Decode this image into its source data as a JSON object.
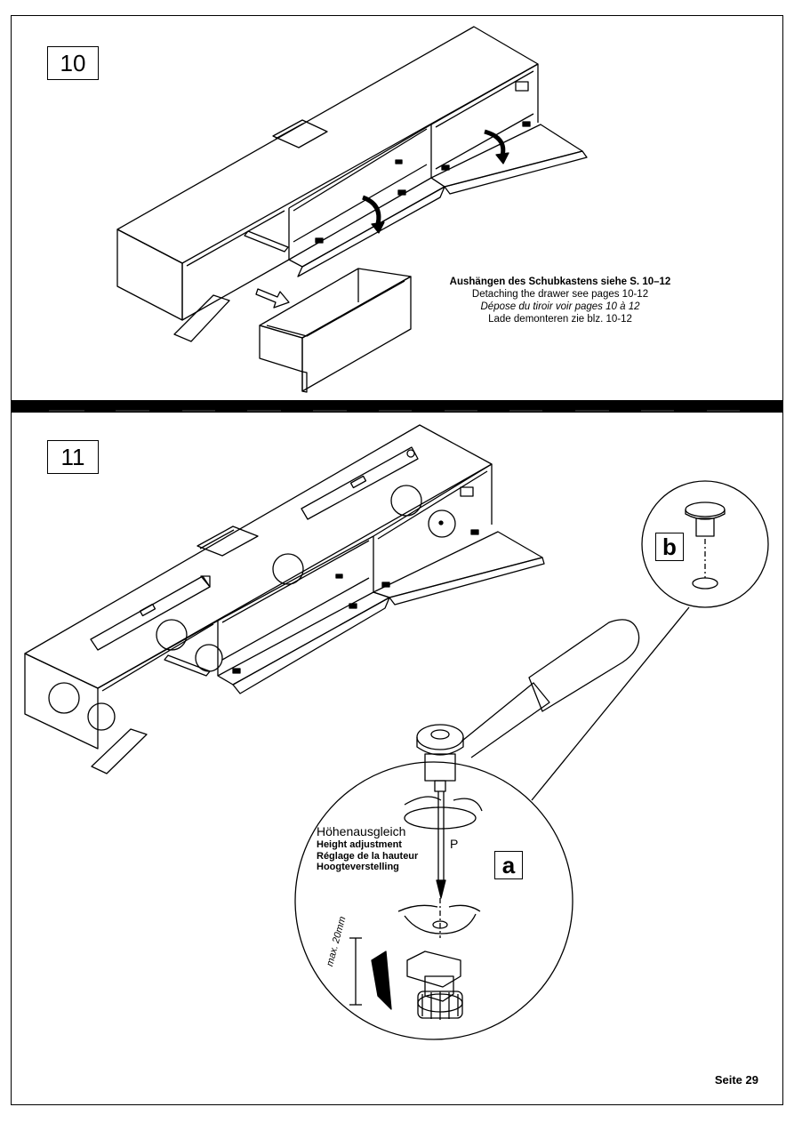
{
  "steps": [
    {
      "number": "10"
    },
    {
      "number": "11"
    }
  ],
  "step10": {
    "caption": {
      "de": "Aushängen des Schubkastens siehe S. 10–12",
      "en": "Detaching the drawer see pages 10-12",
      "fr": "Dépose du tiroir voir pages 10 à 12",
      "nl": "Lade demonteren zie blz. 10-12"
    }
  },
  "step11": {
    "detail_a_label": "a",
    "detail_b_label": "b",
    "height_adjustment": {
      "de": "Höhenausgleich",
      "en": "Height adjustment",
      "fr": "Réglage de la hauteur",
      "nl": "Hoogteverstelling"
    },
    "p_label": "P",
    "max_label": "max. 20mm"
  },
  "footer": {
    "page": "Seite 29"
  }
}
